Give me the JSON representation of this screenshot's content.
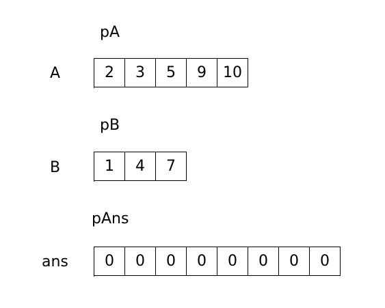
{
  "arrays": [
    {
      "name": "A",
      "pointer": "pA",
      "values": [
        "2",
        "3",
        "5",
        "9",
        "10"
      ]
    },
    {
      "name": "B",
      "pointer": "pB",
      "values": [
        "1",
        "4",
        "7"
      ]
    },
    {
      "name": "ans",
      "pointer": "pAns",
      "values": [
        "0",
        "0",
        "0",
        "0",
        "0",
        "0",
        "0",
        "0"
      ]
    }
  ]
}
